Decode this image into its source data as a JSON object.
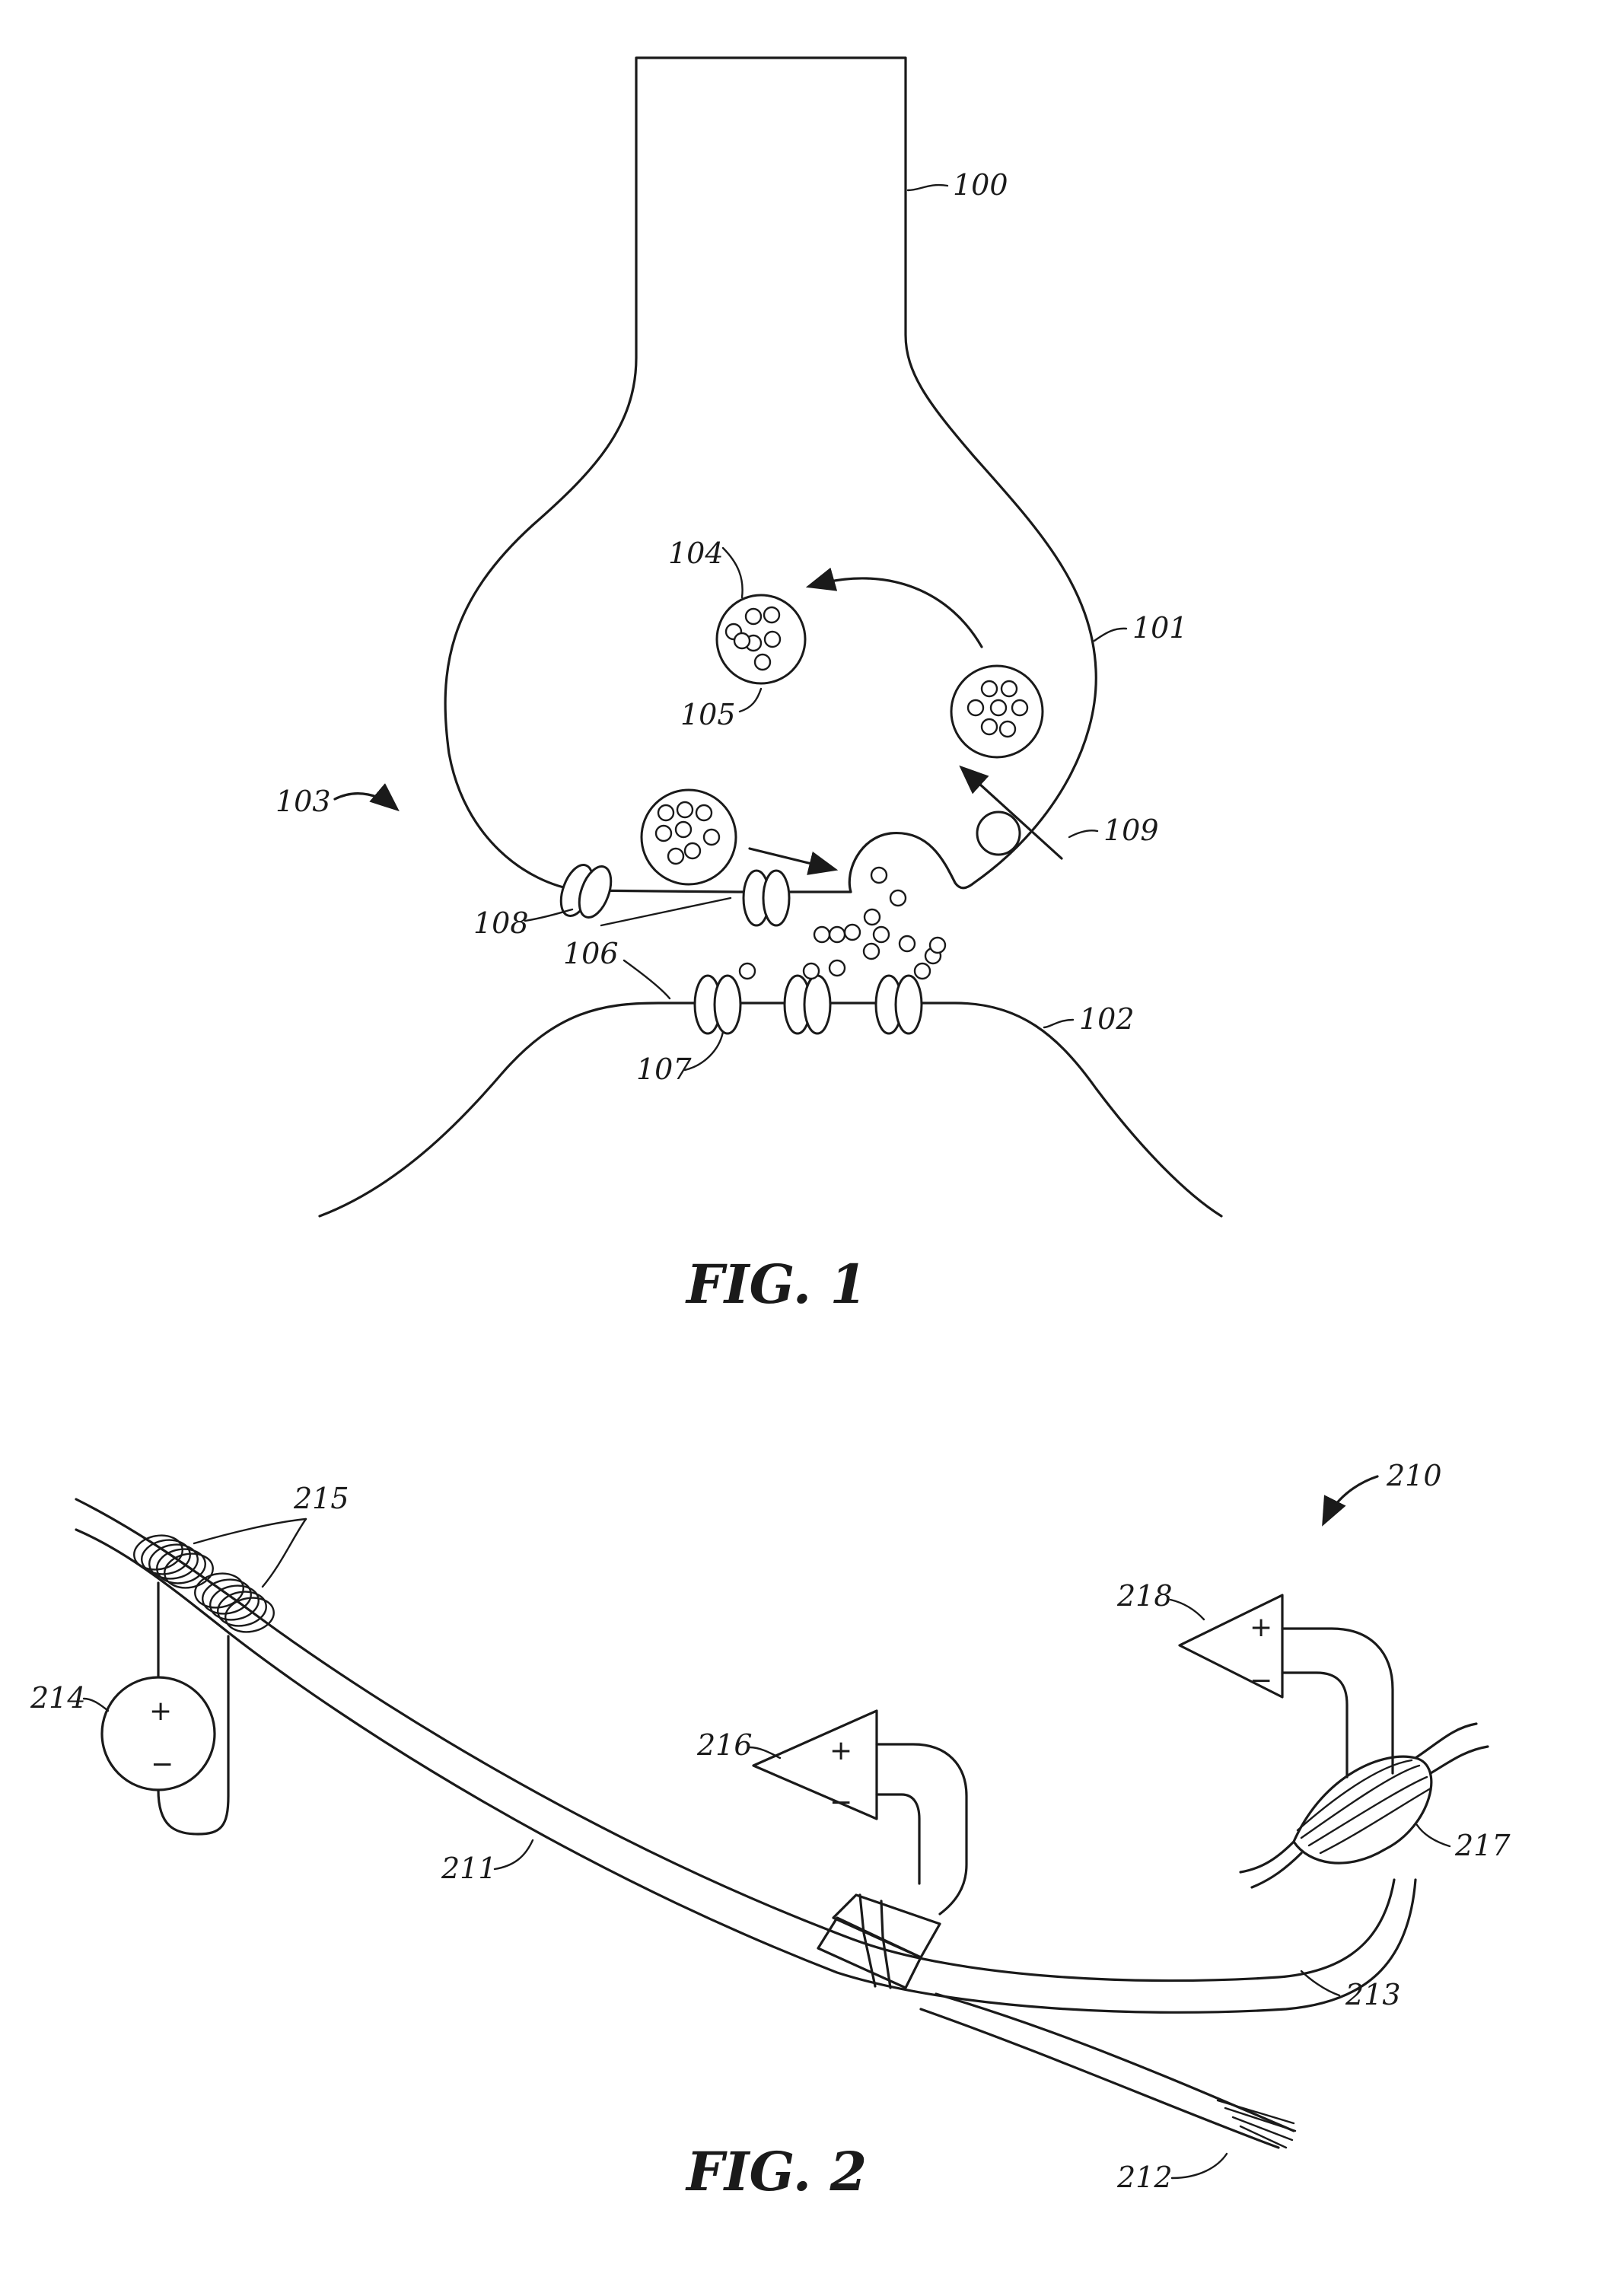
{
  "figure1": {
    "caption": "FIG. 1",
    "labels": {
      "axon": "100",
      "presynaptic_terminal": "101",
      "postsynaptic_membrane": "102",
      "synapse": "103",
      "vesicle": "104",
      "neurotransmitter": "105",
      "synaptic_cleft": "106",
      "receptor": "107",
      "ion_channel": "108",
      "reuptake": "109"
    }
  },
  "figure2": {
    "caption": "FIG. 2",
    "labels": {
      "system": "210",
      "nerve": "211",
      "nerve_ending": "212",
      "nerve_branch": "213",
      "stimulator": "214",
      "coil_electrodes": "215",
      "sensing_amplifier": "216",
      "muscle": "217",
      "emg_amplifier": "218"
    },
    "signs": {
      "plus": "+",
      "minus": "−"
    }
  }
}
